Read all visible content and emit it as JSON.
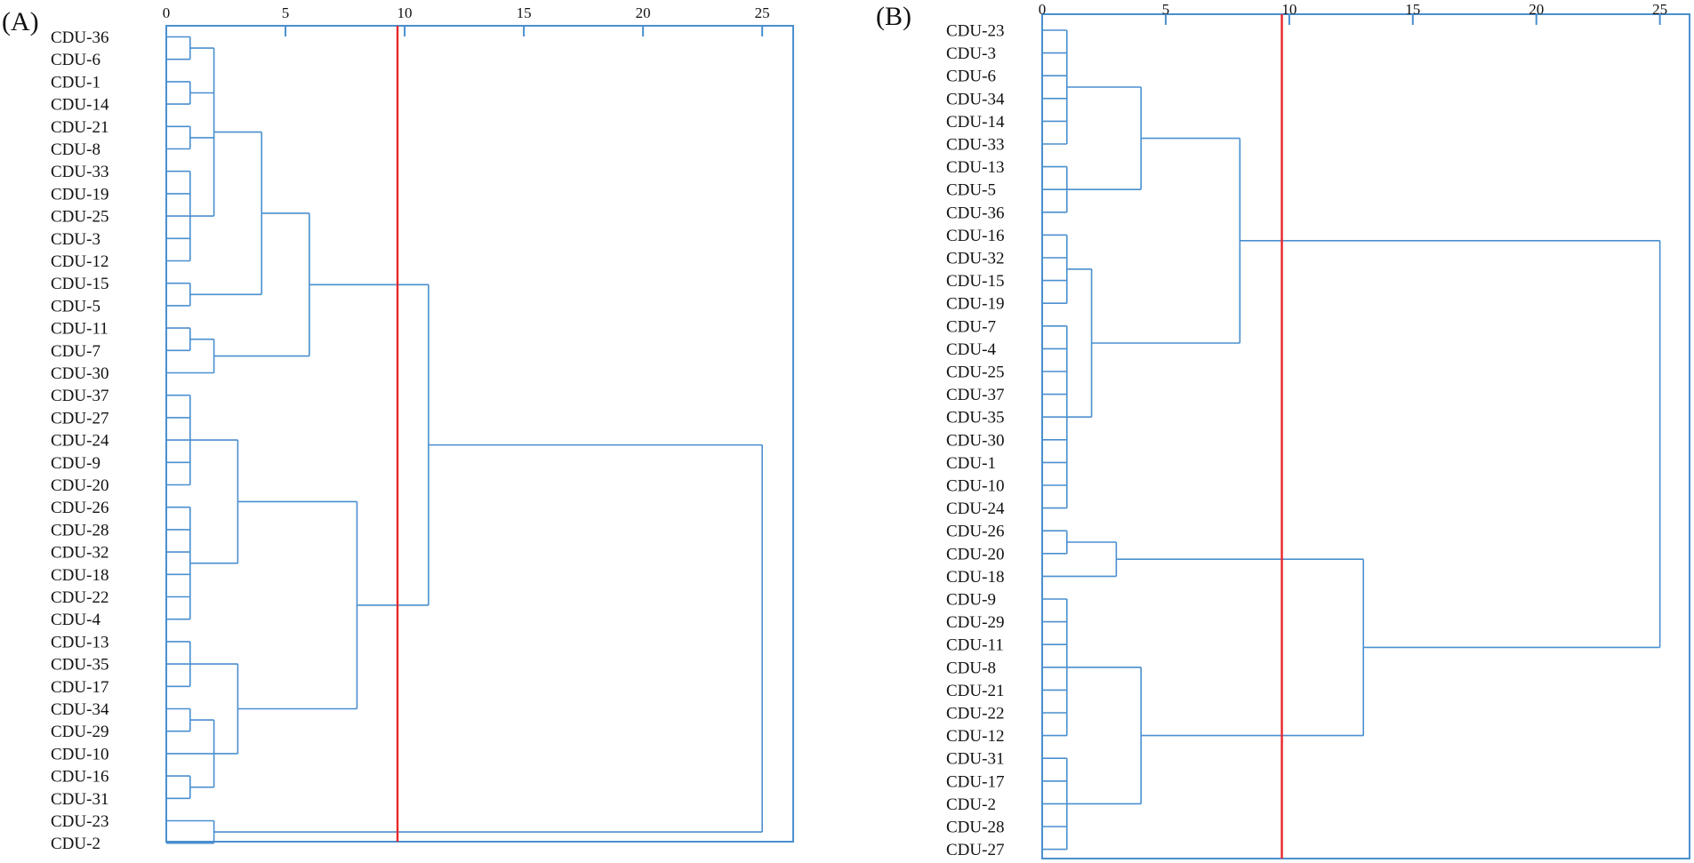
{
  "chart_data": [
    {
      "type": "dendrogram",
      "panel_label": "(A)",
      "xlim": [
        0,
        26.3
      ],
      "xticks": [
        0,
        5,
        10,
        15,
        20,
        25
      ],
      "cut_line": 9.7,
      "leaves": [
        "CDU-36",
        "CDU-6",
        "CDU-1",
        "CDU-14",
        "CDU-21",
        "CDU-8",
        "CDU-33",
        "CDU-19",
        "CDU-25",
        "CDU-3",
        "CDU-12",
        "CDU-15",
        "CDU-5",
        "CDU-11",
        "CDU-7",
        "CDU-30",
        "CDU-37",
        "CDU-27",
        "CDU-24",
        "CDU-9",
        "CDU-20",
        "CDU-26",
        "CDU-28",
        "CDU-32",
        "CDU-18",
        "CDU-22",
        "CDU-4",
        "CDU-13",
        "CDU-35",
        "CDU-17",
        "CDU-34",
        "CDU-29",
        "CDU-10",
        "CDU-16",
        "CDU-31",
        "CDU-23",
        "CDU-2"
      ],
      "merges": [
        {
          "h": 1,
          "c": [
            0,
            1
          ]
        },
        {
          "h": 1,
          "c": [
            2,
            3
          ]
        },
        {
          "h": 1,
          "c": [
            4,
            5
          ]
        },
        {
          "h": 1,
          "c": [
            6,
            7,
            8,
            9,
            10
          ]
        },
        {
          "h": 2,
          "c": [
            "m0",
            "m1",
            "m2",
            "m3"
          ]
        },
        {
          "h": 1,
          "c": [
            11,
            12
          ]
        },
        {
          "h": 4,
          "c": [
            "m4",
            "m5"
          ]
        },
        {
          "h": 1,
          "c": [
            13,
            14
          ]
        },
        {
          "h": 2,
          "c": [
            "m7",
            15
          ]
        },
        {
          "h": 6,
          "c": [
            "m6",
            "m8"
          ]
        },
        {
          "h": 1,
          "c": [
            16,
            17,
            18,
            19,
            20
          ]
        },
        {
          "h": 1,
          "c": [
            21,
            22,
            23,
            24,
            25,
            26
          ]
        },
        {
          "h": 3,
          "c": [
            "m10",
            "m11"
          ]
        },
        {
          "h": 1,
          "c": [
            27,
            28,
            29
          ]
        },
        {
          "h": 1,
          "c": [
            30,
            31
          ]
        },
        {
          "h": 1,
          "c": [
            33,
            34
          ]
        },
        {
          "h": 2,
          "c": [
            "m14",
            32,
            "m15"
          ]
        },
        {
          "h": 3,
          "c": [
            "m13",
            "m16"
          ]
        },
        {
          "h": 8,
          "c": [
            "m12",
            "m17"
          ]
        },
        {
          "h": 11,
          "c": [
            "m9",
            "m18"
          ]
        },
        {
          "h": 2,
          "c": [
            35,
            36
          ]
        },
        {
          "h": 25,
          "c": [
            "m19",
            "m20"
          ]
        }
      ]
    },
    {
      "type": "dendrogram",
      "panel_label": "(B)",
      "xlim": [
        0,
        26.2
      ],
      "xticks": [
        0,
        5,
        10,
        15,
        20,
        25
      ],
      "cut_line": 9.7,
      "leaves": [
        "CDU-23",
        "CDU-3",
        "CDU-6",
        "CDU-34",
        "CDU-14",
        "CDU-33",
        "CDU-13",
        "CDU-5",
        "CDU-36",
        "CDU-16",
        "CDU-32",
        "CDU-15",
        "CDU-19",
        "CDU-7",
        "CDU-4",
        "CDU-25",
        "CDU-37",
        "CDU-35",
        "CDU-30",
        "CDU-1",
        "CDU-10",
        "CDU-24",
        "CDU-26",
        "CDU-20",
        "CDU-18",
        "CDU-9",
        "CDU-29",
        "CDU-11",
        "CDU-8",
        "CDU-21",
        "CDU-22",
        "CDU-12",
        "CDU-31",
        "CDU-17",
        "CDU-2",
        "CDU-28",
        "CDU-27"
      ],
      "merges": [
        {
          "h": 1,
          "c": [
            0,
            1,
            2,
            3,
            4,
            5
          ]
        },
        {
          "h": 1,
          "c": [
            6,
            7,
            8
          ]
        },
        {
          "h": 4,
          "c": [
            "m0",
            "m1"
          ]
        },
        {
          "h": 1,
          "c": [
            9,
            10,
            11,
            12
          ]
        },
        {
          "h": 1,
          "c": [
            13,
            14,
            15,
            16,
            17,
            18,
            19,
            20,
            21
          ]
        },
        {
          "h": 2,
          "c": [
            "m3",
            "m4"
          ]
        },
        {
          "h": 8,
          "c": [
            "m2",
            "m5"
          ]
        },
        {
          "h": 1,
          "c": [
            22,
            23
          ]
        },
        {
          "h": 3,
          "c": [
            "m7",
            24
          ]
        },
        {
          "h": 1,
          "c": [
            25,
            26,
            27,
            28,
            29,
            30,
            31
          ]
        },
        {
          "h": 1,
          "c": [
            32,
            33,
            34,
            35,
            36
          ]
        },
        {
          "h": 4,
          "c": [
            "m9",
            "m10"
          ]
        },
        {
          "h": 13,
          "c": [
            "m8",
            "m11"
          ]
        },
        {
          "h": 25,
          "c": [
            "m6",
            "m12"
          ]
        }
      ]
    }
  ]
}
